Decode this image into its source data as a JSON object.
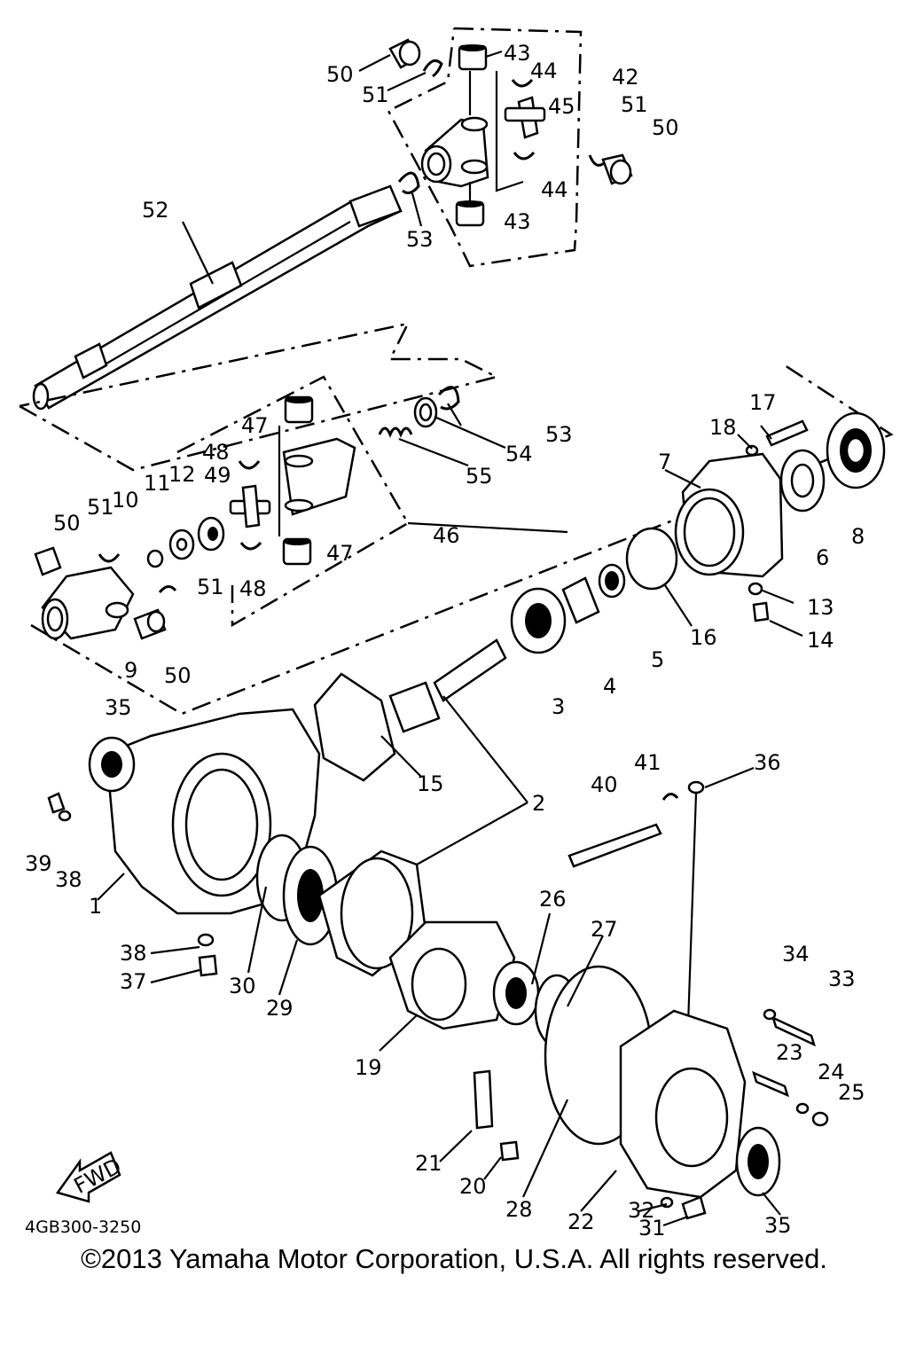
{
  "diagram": {
    "callouts": [
      "50",
      "51",
      "43",
      "44",
      "42",
      "45",
      "51",
      "50",
      "44",
      "43",
      "53",
      "52",
      "53",
      "54",
      "55",
      "47",
      "48",
      "49",
      "47",
      "48",
      "46",
      "50",
      "51",
      "10",
      "11",
      "12",
      "51",
      "9",
      "50",
      "17",
      "18",
      "7",
      "8",
      "6",
      "13",
      "14",
      "16",
      "5",
      "4",
      "3",
      "2",
      "15",
      "35",
      "39",
      "38",
      "1",
      "38",
      "37",
      "30",
      "29",
      "19",
      "26",
      "27",
      "41",
      "36",
      "40",
      "34",
      "33",
      "23",
      "24",
      "25",
      "21",
      "20",
      "28",
      "22",
      "32",
      "31",
      "35"
    ],
    "drawing_code": "4GB300-3250",
    "direction_label": "FWD"
  },
  "footer": {
    "copyright": "©2013 Yamaha Motor Corporation, U.S.A. All rights reserved."
  }
}
